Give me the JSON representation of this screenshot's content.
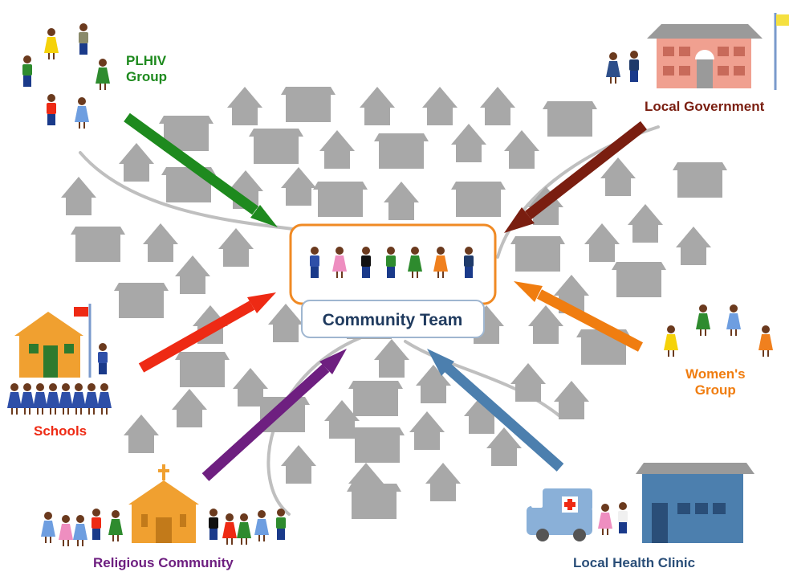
{
  "center": {
    "label": "Community Team"
  },
  "groups": {
    "plhiv": {
      "line1": "PLHIV",
      "line2": "Group"
    },
    "government": {
      "label": "Local Government"
    },
    "womens": {
      "line1": "Women's",
      "line2": "Group"
    },
    "schools": {
      "label": "Schools"
    },
    "religious": {
      "label": "Religious Community"
    },
    "clinic": {
      "label": "Local Health Clinic"
    }
  },
  "colors": {
    "plhiv": "#1e8a1e",
    "government": "#7a1e10",
    "womens": "#f07d10",
    "schools": "#ee2a14",
    "religious": "#6e1f80",
    "clinic": "#4c7fae",
    "houses": "#a8a8a8",
    "center_border": "#f08a24"
  }
}
